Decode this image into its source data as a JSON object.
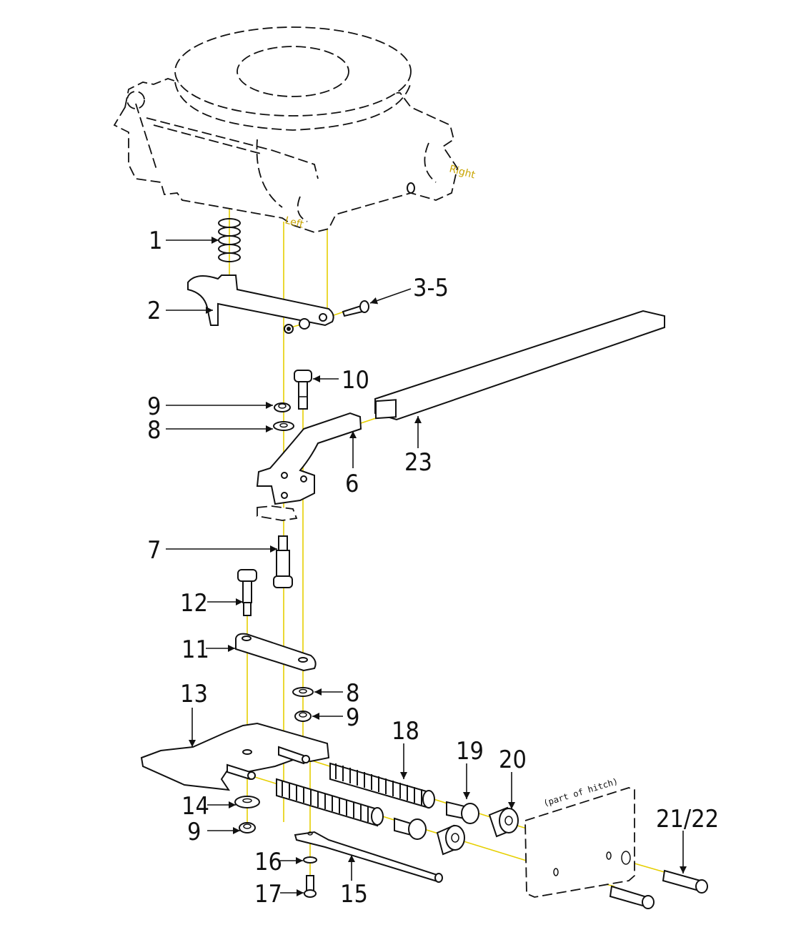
{
  "diagram": {
    "type": "exploded-parts-view",
    "annotations": {
      "left": "Left",
      "right": "Right",
      "hitch_note": "(part of hitch)"
    },
    "callouts": [
      {
        "id": "c1",
        "label": "1"
      },
      {
        "id": "c2",
        "label": "2"
      },
      {
        "id": "c3",
        "label": "3-5"
      },
      {
        "id": "c10",
        "label": "10"
      },
      {
        "id": "c9a",
        "label": "9"
      },
      {
        "id": "c8a",
        "label": "8"
      },
      {
        "id": "c6",
        "label": "6"
      },
      {
        "id": "c23",
        "label": "23"
      },
      {
        "id": "c7",
        "label": "7"
      },
      {
        "id": "c12",
        "label": "12"
      },
      {
        "id": "c11",
        "label": "11"
      },
      {
        "id": "c13",
        "label": "13"
      },
      {
        "id": "c8b",
        "label": "8"
      },
      {
        "id": "c9b",
        "label": "9"
      },
      {
        "id": "c18",
        "label": "18"
      },
      {
        "id": "c19",
        "label": "19"
      },
      {
        "id": "c20",
        "label": "20"
      },
      {
        "id": "c14",
        "label": "14"
      },
      {
        "id": "c9c",
        "label": "9"
      },
      {
        "id": "c21",
        "label": "21/22"
      },
      {
        "id": "c16",
        "label": "16"
      },
      {
        "id": "c15",
        "label": "15"
      },
      {
        "id": "c17",
        "label": "17"
      }
    ],
    "colors": {
      "axis_line": "#e6cf00",
      "annotation_text": "#c8a400",
      "line_art": "#111111"
    }
  }
}
